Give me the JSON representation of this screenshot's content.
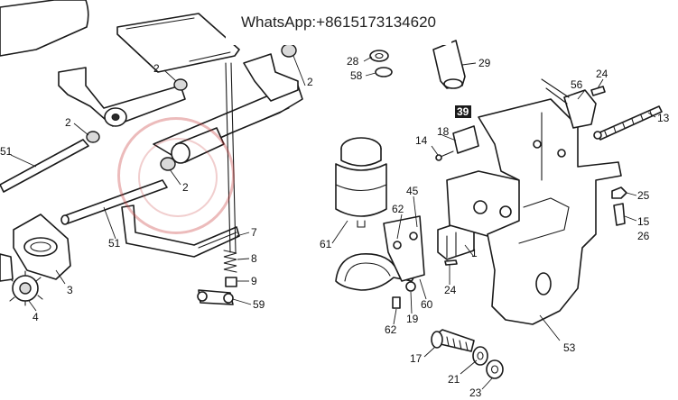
{
  "watermark": {
    "text": "WhatsApp:+8615173134620"
  },
  "callouts": {
    "c2a": "2",
    "c2b": "2",
    "c2c": "2",
    "c2d": "2",
    "c51a": "51",
    "c51b": "51",
    "c4": "4",
    "c3": "3",
    "c7": "7",
    "c8": "8",
    "c9": "9",
    "c59": "59",
    "c28": "28",
    "c58": "58",
    "c29": "29",
    "c24a": "24",
    "c56": "56",
    "c13": "13",
    "c39": "39",
    "c18": "18",
    "c14": "14",
    "c45": "45",
    "c62a": "62",
    "c61": "61",
    "c1": "1",
    "c24b": "24",
    "c60": "60",
    "c19": "19",
    "c62b": "62",
    "c25": "25",
    "c15": "15",
    "c26": "26",
    "c53": "53",
    "c17": "17",
    "c21": "21",
    "c23": "23"
  }
}
